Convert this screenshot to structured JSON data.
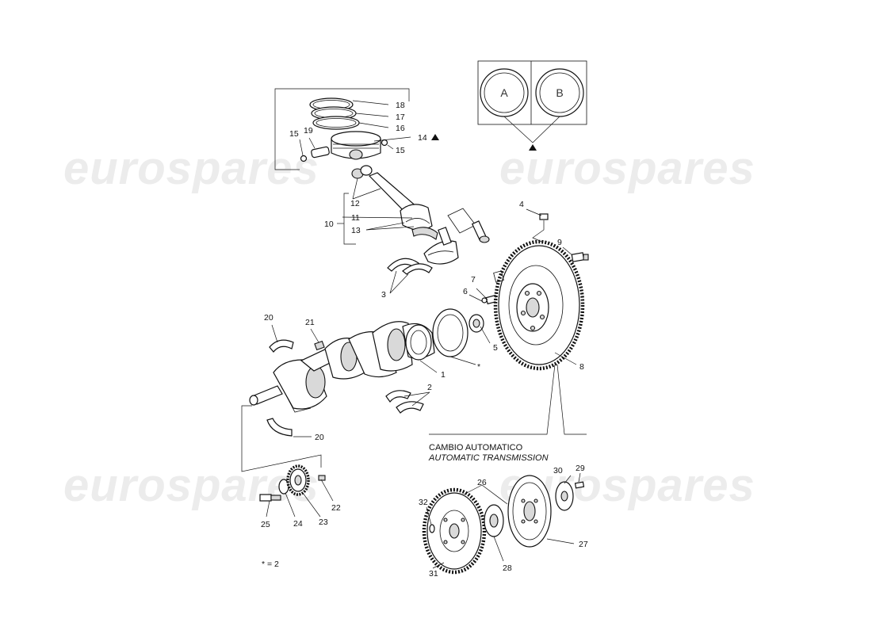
{
  "watermark": {
    "text": "eurospares"
  },
  "variants": {
    "a_label": "A",
    "b_label": "B"
  },
  "transmission": {
    "line1": "CAMBIO AUTOMATICO",
    "line2": "AUTOMATIC TRANSMISSION"
  },
  "note": {
    "text": "* = 2"
  },
  "callouts": {
    "c1": "1",
    "c2": "2",
    "c3": "3",
    "c4": "4",
    "c5": "5",
    "c6": "6",
    "c7": "7",
    "c8": "8",
    "c9": "9",
    "c10": "10",
    "c11": "11",
    "c12": "12",
    "c13": "13",
    "c14": "14",
    "c15a": "15",
    "c15b": "15",
    "c16": "16",
    "c17": "17",
    "c18": "18",
    "c19": "19",
    "c20a": "20",
    "c20b": "20",
    "c21": "21",
    "c22": "22",
    "c23": "23",
    "c24": "24",
    "c25": "25",
    "c26": "26",
    "c27": "27",
    "c28": "28",
    "c29": "29",
    "c30": "30",
    "c31": "31",
    "c32": "32",
    "star": "*"
  }
}
